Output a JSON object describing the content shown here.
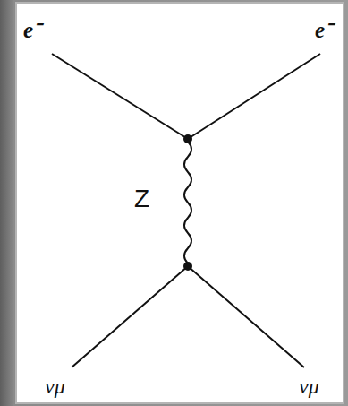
{
  "diagram": {
    "labels": [
      "e⁻",
      "e⁻",
      "Z",
      "νμ",
      "νμ"
    ]
  }
}
